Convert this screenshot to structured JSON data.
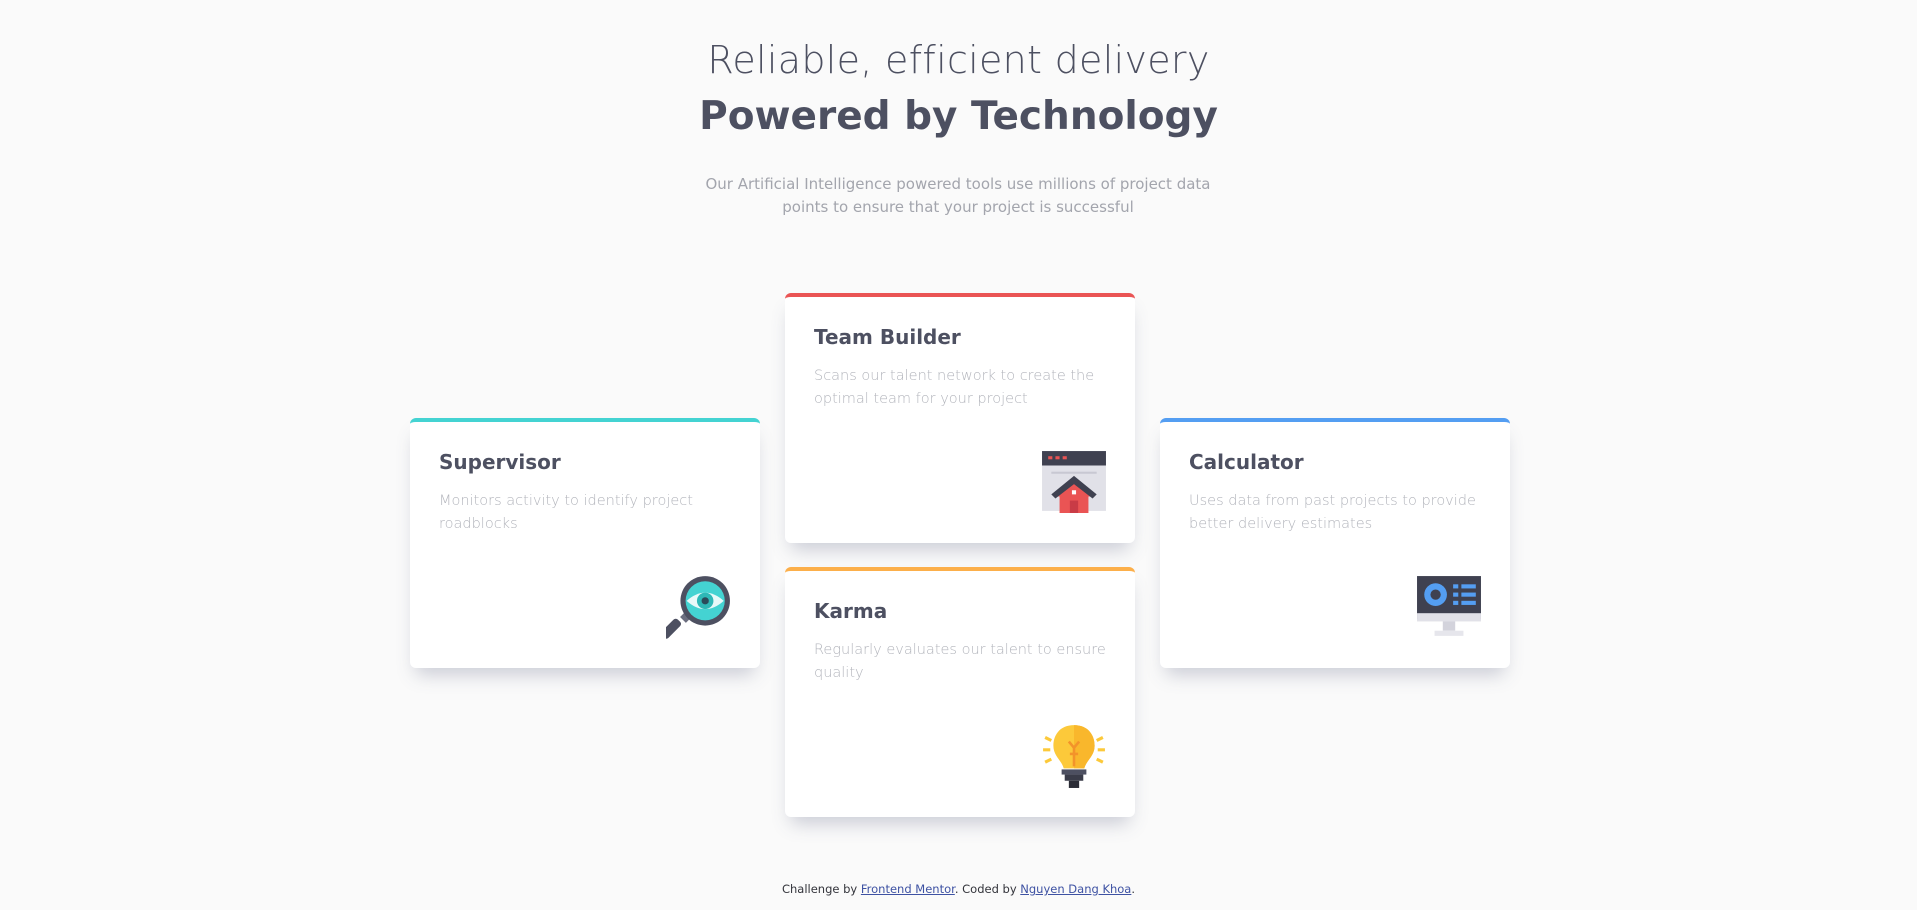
{
  "header": {
    "headline_light": "Reliable, efficient delivery",
    "headline_bold": "Powered by Technology",
    "intro": "Our Artificial Intelligence powered tools use millions of project data points to ensure that your project is successful"
  },
  "cards": {
    "supervisor": {
      "title": "Supervisor",
      "description": "Monitors activity to identify project roadblocks",
      "accent": "#44d3d2",
      "icon": "magnifier-eye-icon"
    },
    "team_builder": {
      "title": "Team Builder",
      "description": "Scans our talent network to create the optimal team for your project",
      "accent": "#ea5454",
      "icon": "browser-house-icon"
    },
    "karma": {
      "title": "Karma",
      "description": "Regularly evaluates our talent to ensure quality",
      "accent": "#fcaf4a",
      "icon": "light-bulb-icon"
    },
    "calculator": {
      "title": "Calculator",
      "description": "Uses data from past projects to provide better delivery estimates",
      "accent": "#549ef2",
      "icon": "monitor-chart-icon"
    }
  },
  "footer": {
    "prefix": "Challenge by ",
    "link1": "Frontend Mentor",
    "middle": ". Coded by ",
    "link2": "Nguyen Dang Khoa",
    "suffix": "."
  }
}
